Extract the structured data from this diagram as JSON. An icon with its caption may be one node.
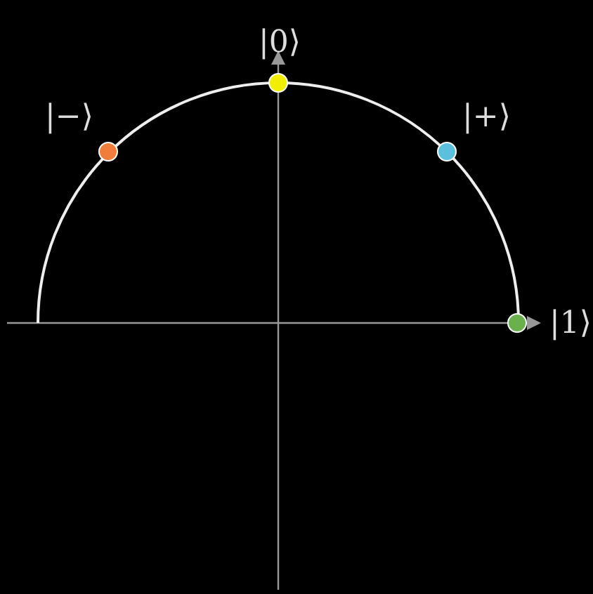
{
  "diagram": {
    "nodes": [
      {
        "text": [],
        "shape": "circle",
        "beside": [
          "|0⟩"
        ]
      },
      {
        "text": [],
        "shape": "circle",
        "beside": [
          "|−⟩"
        ]
      },
      {
        "text": [],
        "shape": "circle",
        "beside": [
          "|+⟩"
        ]
      },
      {
        "text": [],
        "shape": "circle",
        "beside": [
          "|1⟩"
        ]
      }
    ]
  }
}
